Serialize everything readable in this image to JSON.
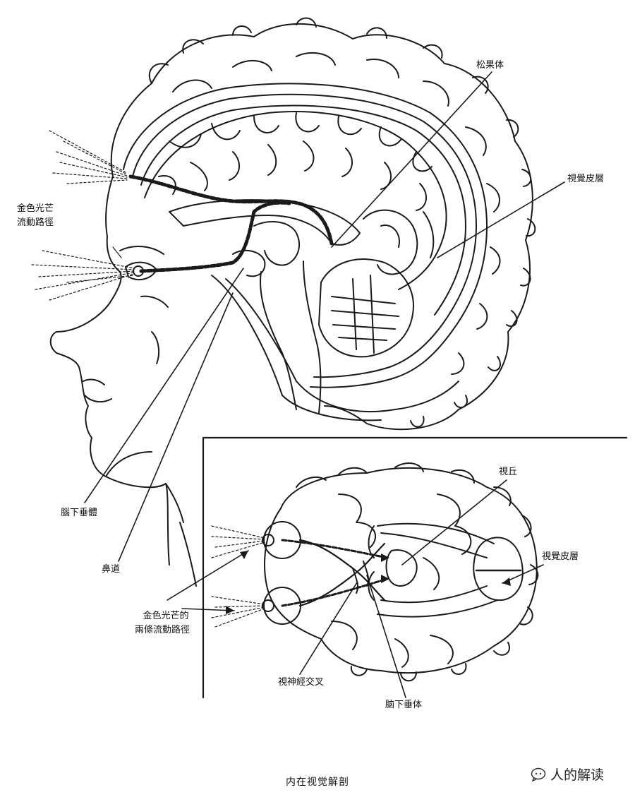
{
  "labels": {
    "pineal": "松果体",
    "visual_cortex_top": "視覺皮層",
    "golden_path_line1": "金色光芒",
    "golden_path_line2": "流動路徑",
    "pituitary_top": "腦下垂體",
    "nasal": "鼻道",
    "thalamus": "視丘",
    "visual_cortex_inset": "視覺皮層",
    "two_paths_line1": "金色光芒的",
    "two_paths_line2": "兩條流動路徑",
    "optic_chiasm": "視神經交叉",
    "pituitary_inset": "脑下垂体"
  },
  "caption": "内在视觉解剖",
  "watermark": "人的解读",
  "colors": {
    "ink": "#111111",
    "background": "#ffffff"
  }
}
